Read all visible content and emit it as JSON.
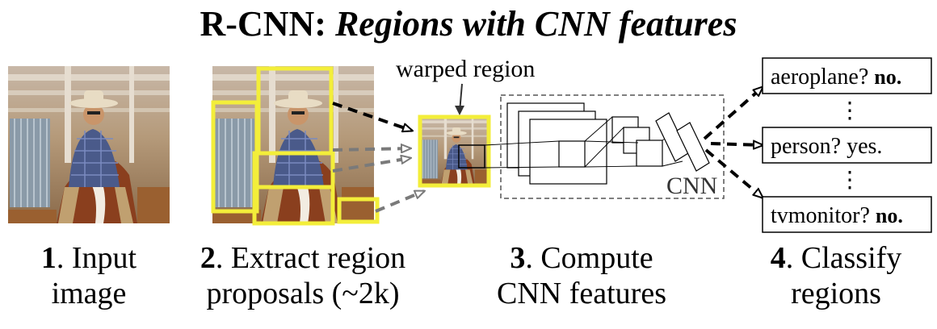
{
  "title": {
    "bold": "R-CNN:",
    "italic": "Regions with CNN features"
  },
  "labels": {
    "warped_region": "warped region",
    "cnn": "CNN"
  },
  "classes": [
    {
      "name": "aeroplane?",
      "answer": "no.",
      "answer_bold": true
    },
    {
      "name": "person?",
      "answer": "yes.",
      "answer_bold": false
    },
    {
      "name": "tvmonitor?",
      "answer": "no.",
      "answer_bold": true
    }
  ],
  "ellipsis": "⋮",
  "steps": [
    {
      "num": "1",
      "line1": ". Input",
      "line2": "image"
    },
    {
      "num": "2",
      "line1": ". Extract region",
      "line2": "proposals (~2k)"
    },
    {
      "num": "3",
      "line1": ". Compute",
      "line2": "CNN features"
    },
    {
      "num": "4",
      "line1": ". Classify",
      "line2": "regions"
    }
  ],
  "colors": {
    "proposal": "#f3ee3a",
    "arrow_dark": "#000000",
    "arrow_gray": "#7a7a7a",
    "dashed_box": "#555555"
  }
}
